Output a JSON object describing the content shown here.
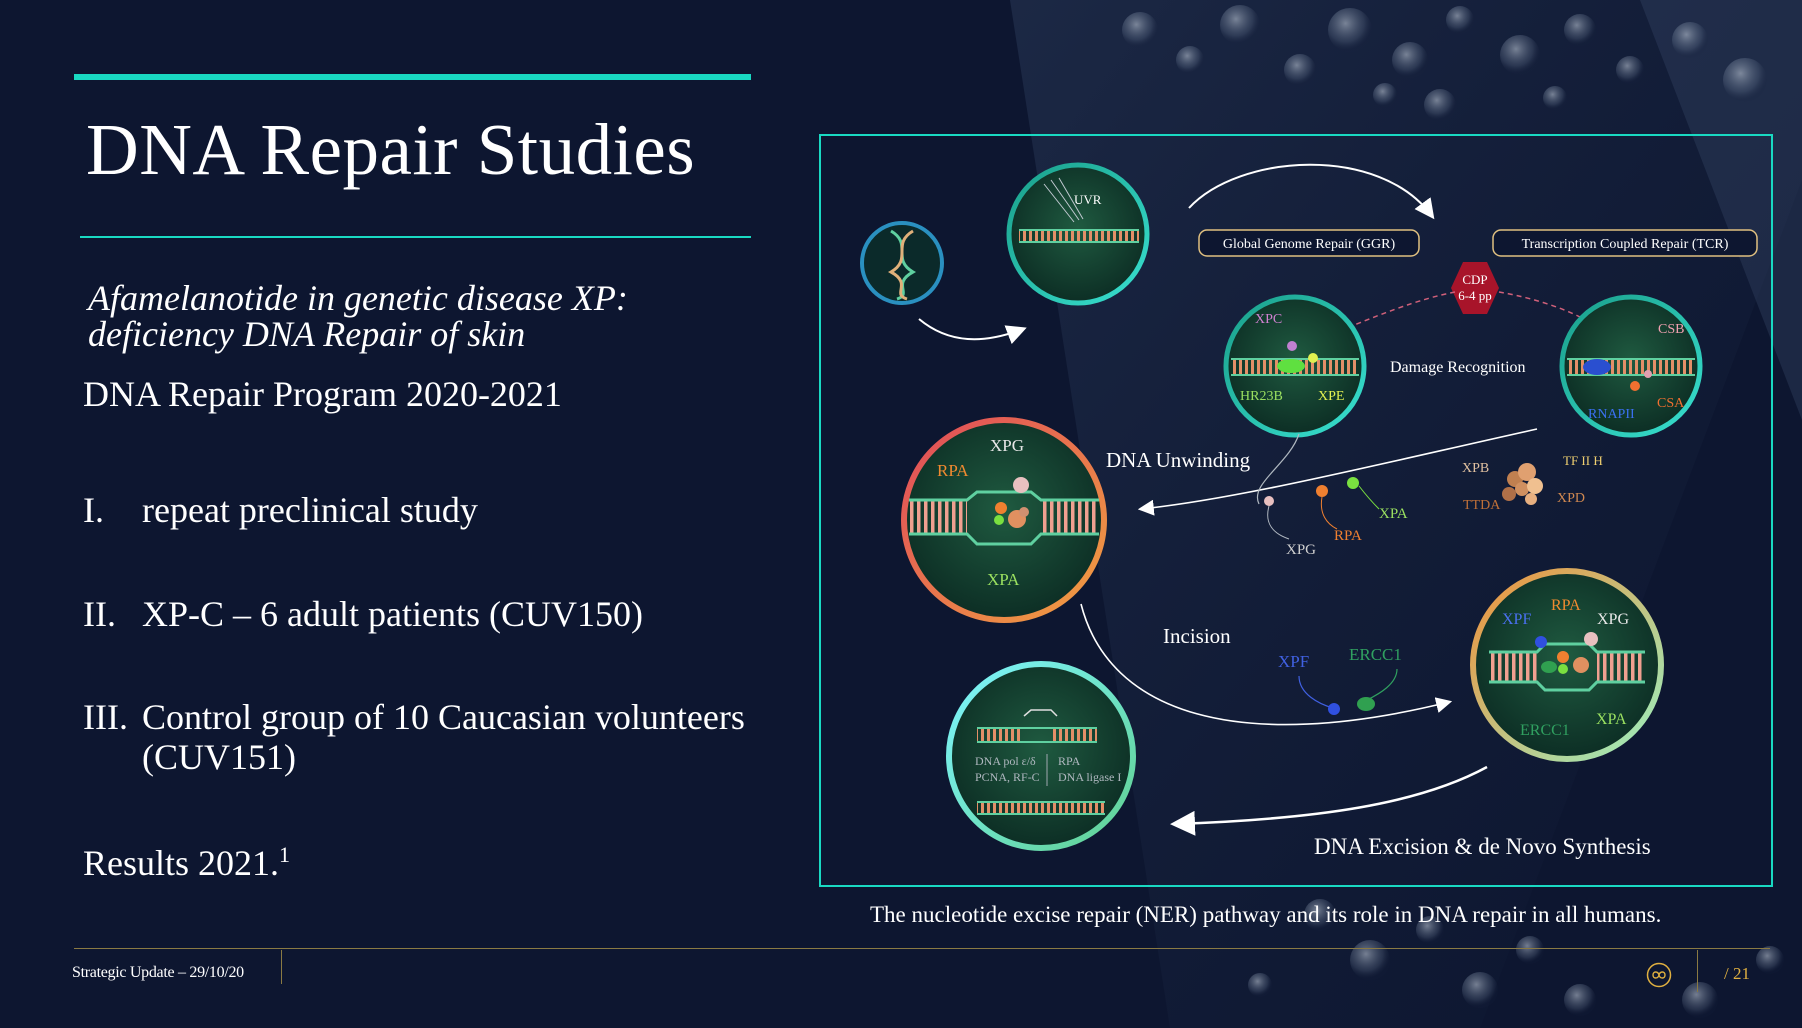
{
  "slide": {
    "title": "DNA Repair Studies",
    "subtitle": "Afamelanotide in genetic disease XP: deficiency DNA Repair of skin",
    "program": "DNA Repair Program 2020-2021",
    "list": [
      {
        "num": "I.",
        "text": "repeat preclinical study"
      },
      {
        "num": "II.",
        "text": "XP-C – 6 adult patients (CUV150)"
      },
      {
        "num": "III.",
        "text": "Control group of 10 Caucasian volunteers (CUV151)"
      }
    ],
    "results": "Results 2021.",
    "results_sup": "1"
  },
  "figure": {
    "caption": "The nucleotide excise repair (NER) pathway and its role in DNA repair in all humans.",
    "labels": {
      "uvr": "UVR",
      "ggr": "Global Genome Repair (GGR)",
      "tcr": "Transcription Coupled Repair (TCR)",
      "cdp": "CDP",
      "pp": "6-4 pp",
      "xpc": "XPC",
      "hr23b": "HR23B",
      "xpe": "XPE",
      "damage_recognition": "Damage Recognition",
      "csb": "CSB",
      "csa": "CSA",
      "rnapii": "RNAPII",
      "dna_unwinding": "DNA Unwinding",
      "xpg": "XPG",
      "rpa": "RPA",
      "xpa": "XPA",
      "xpb": "XPB",
      "tfiih": "TF II H",
      "ttda": "TTDA",
      "xpd": "XPD",
      "incision": "Incision",
      "xpf": "XPF",
      "ercc1": "ERCC1",
      "pol": "DNA pol ε/δ",
      "pcna": "PCNA, RF-C",
      "ligase": "DNA ligase I",
      "excision": "DNA Excision & de Novo Synthesis"
    }
  },
  "footer": {
    "left": "Strategic Update – 29/10/20",
    "page": "/ 21"
  },
  "colors": {
    "background": "#0d1630",
    "accent": "#19d9c2",
    "footer_gold": "#e0b040"
  },
  "icons": [
    "infinity-logo-icon",
    "dna-helix-icon"
  ]
}
